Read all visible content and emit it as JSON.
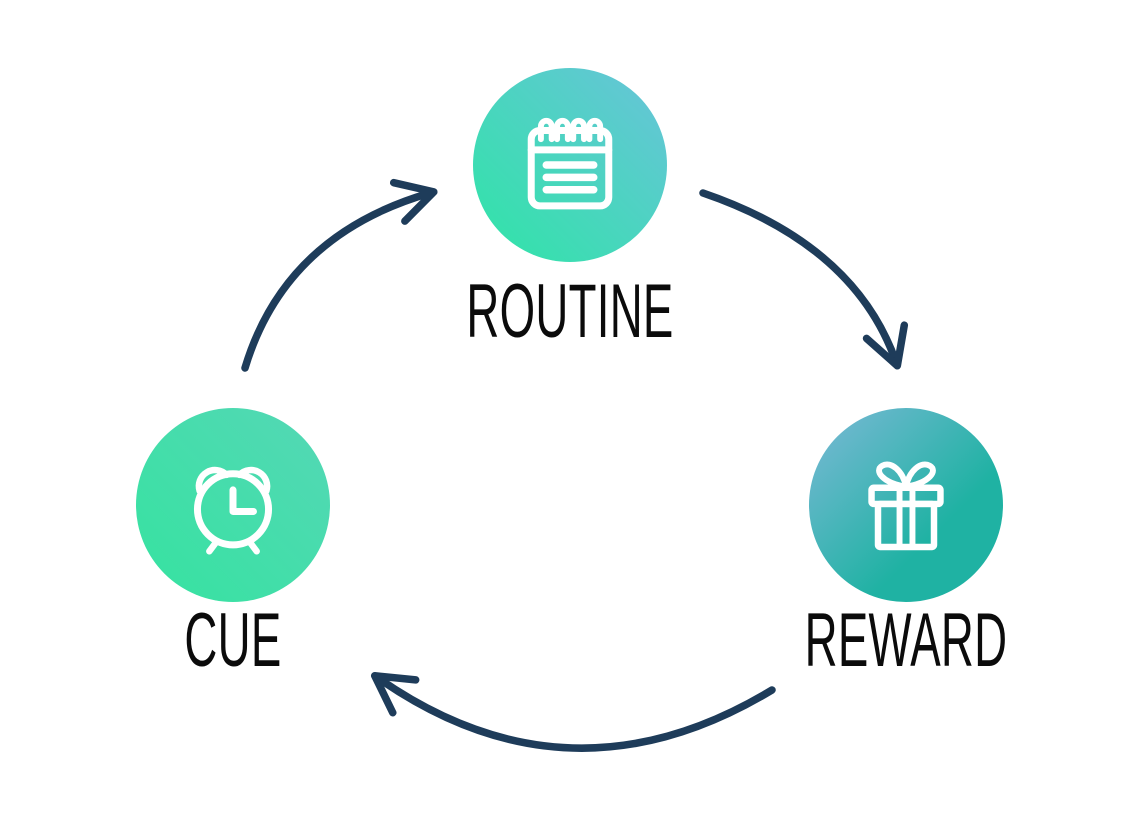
{
  "diagram": {
    "type": "cycle",
    "background": "#ffffff",
    "nodes": [
      {
        "id": "routine",
        "label": "ROUTINE",
        "icon": "notepad-icon",
        "position": "top-center"
      },
      {
        "id": "reward",
        "label": "REWARD",
        "icon": "gift-icon",
        "position": "right"
      },
      {
        "id": "cue",
        "label": "CUE",
        "icon": "alarm-clock-icon",
        "position": "left"
      }
    ],
    "arrows": [
      {
        "from": "cue",
        "to": "routine",
        "direction": "clockwise"
      },
      {
        "from": "routine",
        "to": "reward",
        "direction": "clockwise"
      },
      {
        "from": "reward",
        "to": "cue",
        "direction": "clockwise"
      }
    ],
    "colors": {
      "arrow": "#1e3c5a",
      "label_text": "#0b0b0b",
      "icon_stroke": "#ffffff",
      "routine_gradient": [
        "#2ee5a6",
        "#69c3da"
      ],
      "cue_gradient": [
        "#35e3a0",
        "#55d7b6"
      ],
      "reward_gradient": [
        "#7db9d7",
        "#1fb2a3"
      ]
    }
  }
}
